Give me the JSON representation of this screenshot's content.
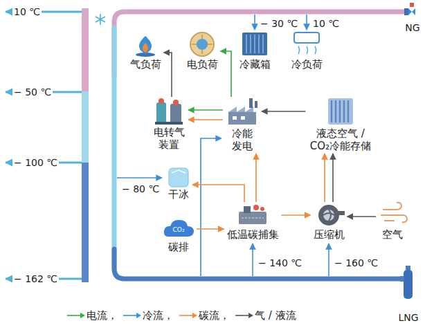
{
  "diagram": {
    "nodes": [
      {
        "text": [
          "气负荷"
        ]
      },
      {
        "text": [
          "电负荷"
        ]
      },
      {
        "text": [
          "冷藏箱"
        ]
      },
      {
        "text": [
          "冷负荷"
        ]
      },
      {
        "text": [
          "电转气 装置"
        ]
      },
      {
        "text": [
          "冷能 发电"
        ]
      },
      {
        "text": [
          "液态空气 / CO₂冷能存储"
        ]
      },
      {
        "text": [
          "干冰"
        ]
      },
      {
        "text": [
          "碳排"
        ]
      },
      {
        "text": [
          "低温碳捕集"
        ]
      },
      {
        "text": [
          "压缩机"
        ]
      },
      {
        "text": [
          "空气"
        ]
      }
    ],
    "edges": [
      {
        "from": 5,
        "to": 1,
        "arrow": "to"
      },
      {
        "from": 5,
        "to": 4,
        "arrow": "to"
      },
      {
        "from": 4,
        "to": 0,
        "arrow": "to"
      },
      {
        "from": 6,
        "to": 5,
        "arrow": "to"
      },
      {
        "from": 10,
        "to": 6,
        "arrow": "to"
      },
      {
        "from": 10,
        "to": 6,
        "arrow": "to"
      },
      {
        "from": 11,
        "to": 10,
        "arrow": "to"
      },
      {
        "from": 8,
        "to": 9,
        "arrow": "to"
      },
      {
        "from": 9,
        "to": 10,
        "arrow": "to"
      },
      {
        "from": 9,
        "to": 7,
        "arrow": "to"
      },
      {
        "from": 9,
        "to": 5,
        "arrow": "to"
      },
      {
        "from": 5,
        "to": 4,
        "arrow": "to"
      }
    ],
    "labels": [
      "10 ℃",
      "− 50 ℃",
      "− 100 ℃",
      "− 162 ℃",
      "− 30 ℃",
      "10 ℃",
      "− 80 ℃",
      "− 140 ℃",
      "− 160 ℃",
      "CO₂",
      "NG",
      "LNG"
    ],
    "legend": [
      {
        "text": "电流，"
      },
      {
        "text": "冷流，"
      },
      {
        "text": "碳流，"
      },
      {
        "text": "气 / 液流"
      }
    ]
  }
}
